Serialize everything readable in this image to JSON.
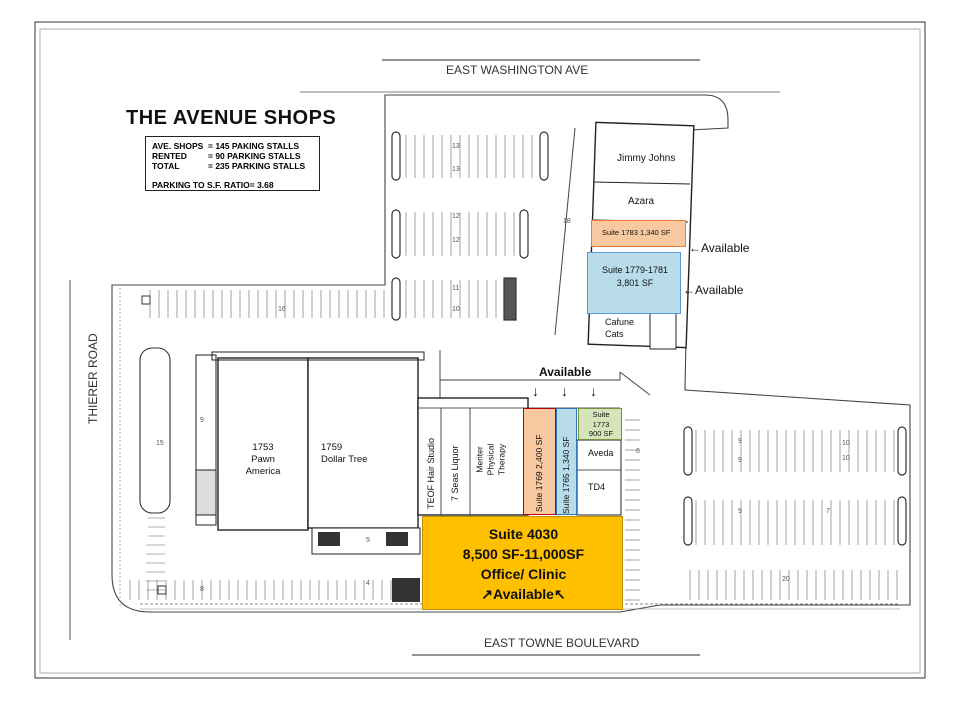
{
  "title": "THE AVENUE SHOPS",
  "parking_summary": {
    "rows": [
      {
        "label": "AVE. SHOPS",
        "value": "= 145 PAKING STALLS"
      },
      {
        "label": "RENTED",
        "value": "= 90 PARKING STALLS"
      },
      {
        "label": "TOTAL",
        "value": "= 235 PARKING STALLS"
      }
    ],
    "ratio": "PARKING TO S.F. RATIO= 3.68"
  },
  "roads": {
    "north": "EAST WASHINGTON AVE",
    "south": "EAST TOWNE BOULEVARD",
    "west": "THIERER ROAD"
  },
  "tenants": {
    "jimmy_johns": "Jimmy Johns",
    "azara": "Azara",
    "cafune": [
      "Cafune",
      "Cats"
    ],
    "pawn": [
      "1753",
      "Pawn",
      "America"
    ],
    "dollar": [
      "1759",
      "Dollar Tree"
    ],
    "teof": "TEOF Hair Studio",
    "seas": "7 Seas Liquor",
    "meriter": [
      "Meriter",
      "Physical",
      "Therapy"
    ],
    "aveda": "Aveda",
    "td4": "TD4"
  },
  "suites": {
    "s1783": "Suite  1783 1,340 SF",
    "s1779": [
      "Suite 1779-1781",
      "3,801 SF"
    ],
    "s1769": "Suite 1769 2,400 SF",
    "s1765": "Suite 1765 1,340 SF",
    "s1773": [
      "Suite",
      "1773",
      "900 SF"
    ],
    "s4030": [
      "Suite 4030",
      "8,500 SF-11,000SF",
      "Office/ Clinic",
      "↗Available↖"
    ]
  },
  "availability": {
    "a1783": "←Available",
    "a1779": "←Available",
    "top": "Available",
    "arrows": [
      "↓",
      "↓",
      "↓"
    ]
  },
  "stall_counts": [
    "13",
    "13",
    "12",
    "12",
    "11",
    "10",
    "16",
    "18",
    "9",
    "15",
    "8",
    "4",
    "5",
    "6",
    "9",
    "9",
    "10",
    "10",
    "9",
    "7",
    "20"
  ],
  "colors": {
    "orange": "#f8c8a0",
    "blue": "#b8dcea",
    "green": "#d6e4bc",
    "yellow": "#ffc000"
  }
}
